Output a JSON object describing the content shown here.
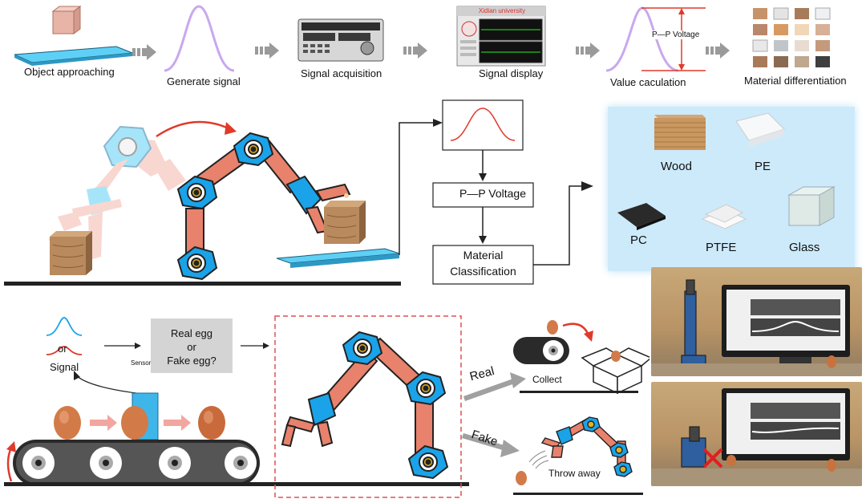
{
  "pipeline": {
    "steps": [
      {
        "label": "Object approaching"
      },
      {
        "label": "Generate signal"
      },
      {
        "label": "Signal acquisition"
      },
      {
        "label": "Signal display"
      },
      {
        "label": "Value caculation"
      },
      {
        "label": "Material differentiation"
      }
    ],
    "display_header": "Xidian university",
    "ppv_inline": "P—P Voltage"
  },
  "classification": {
    "ppv_box": "P—P Voltage",
    "class_box_line1": "Material",
    "class_box_line2": "Classification",
    "materials": [
      "Wood",
      "PE",
      "PC",
      "PTFE",
      "Glass"
    ]
  },
  "egg_sorting": {
    "signal_or": "or",
    "signal_label": "Signal",
    "sensor_label": "Sensor",
    "question_line1": "Real egg",
    "question_line2": "or",
    "question_line3": "Fake egg?",
    "real_label": "Real",
    "fake_label": "Fake",
    "collect_label": "Collect",
    "throw_label": "Throw away"
  },
  "colors": {
    "arm_blue": "#1aa3e8",
    "arm_link": "#e8826c",
    "signal_red": "#e03a2a",
    "signal_purple": "#c9a8ef",
    "plate_blue": "#5fd0f5",
    "panel_bg": "#cdeafa",
    "dashed_red": "#e05050"
  },
  "icons": [
    "arrow-right-icon",
    "robot-arm-icon",
    "egg-icon",
    "box-icon",
    "cross-icon"
  ]
}
